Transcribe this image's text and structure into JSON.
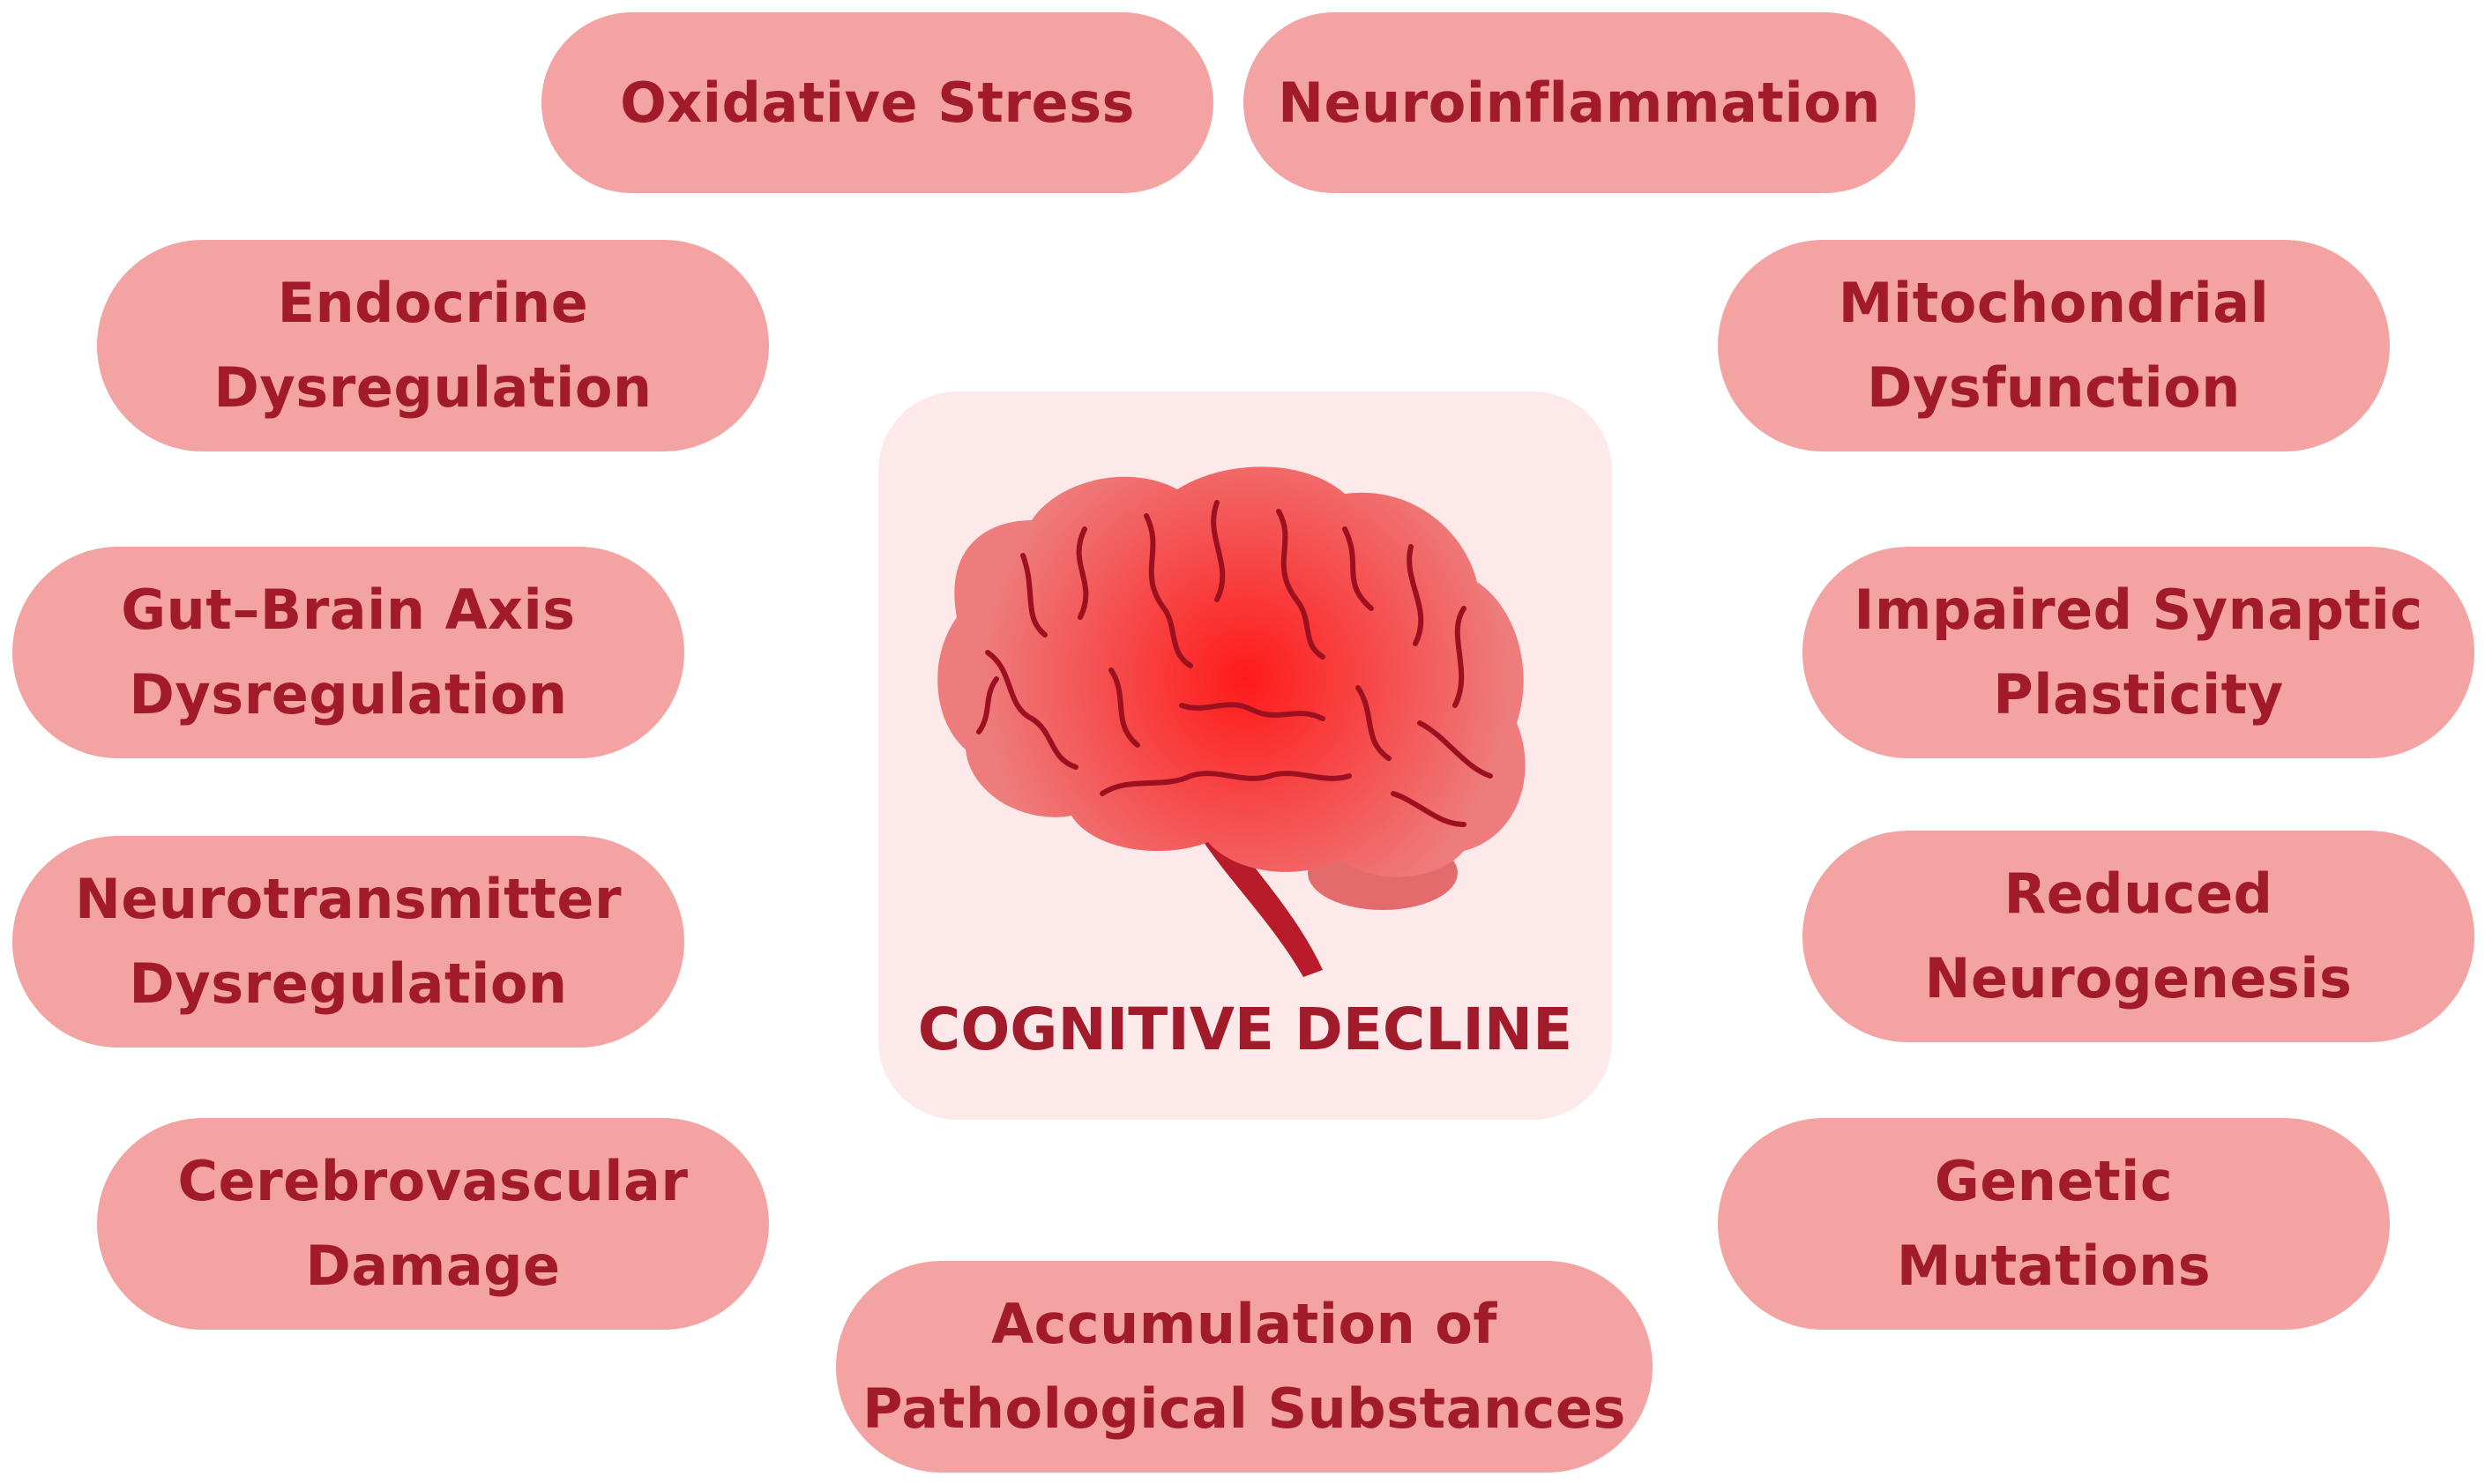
{
  "diagram": {
    "center_title": "COGNITIVE DECLINE",
    "factors": [
      {
        "id": "oxidative-stress",
        "lines": [
          "Oxidative Stress"
        ]
      },
      {
        "id": "neuroinflammation",
        "lines": [
          "Neuroinflammation"
        ]
      },
      {
        "id": "endocrine-dysregulation",
        "lines": [
          "Endocrine",
          "Dysregulation"
        ]
      },
      {
        "id": "mitochondrial-dysfunction",
        "lines": [
          "Mitochondrial",
          "Dysfunction"
        ]
      },
      {
        "id": "gut-brain-axis-dysregulation",
        "lines": [
          "Gut–Brain Axis",
          "Dysregulation"
        ]
      },
      {
        "id": "impaired-synaptic-plasticity",
        "lines": [
          "Impaired Synaptic",
          "Plasticity"
        ]
      },
      {
        "id": "neurotransmitter-dysregulation",
        "lines": [
          "Neurotransmitter",
          "Dysregulation"
        ]
      },
      {
        "id": "reduced-neurogenesis",
        "lines": [
          "Reduced",
          "Neurogenesis"
        ]
      },
      {
        "id": "cerebrovascular-damage",
        "lines": [
          "Cerebrovascular",
          "Damage"
        ]
      },
      {
        "id": "genetic-mutations",
        "lines": [
          "Genetic",
          "Mutations"
        ]
      },
      {
        "id": "accumulation-of-pathological-substances",
        "lines": [
          "Accumulation of",
          "Pathological Substances"
        ]
      }
    ],
    "icon": "brain-icon"
  },
  "colors": {
    "pill_fill": "#f4a3a3",
    "text": "#a21b2b",
    "panel_fill": "#fde9e9",
    "brain_fill": "#ee7c7c",
    "brain_lines": "#9c1020",
    "glow": "#ff1a1a",
    "stem": "#b81c2a",
    "cerebellum": "#e36b6b"
  }
}
